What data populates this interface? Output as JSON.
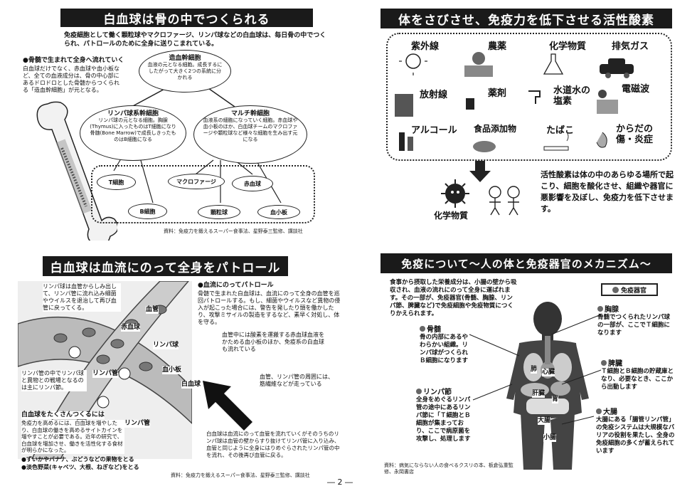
{
  "panel1": {
    "title": "白血球は骨の中でつくられる",
    "intro": "免疫細胞として働く顆粒球やマクロファージ、リンパ球などの白血球は、毎日骨の中でつくられ、パトロールのために全身に送りこまれている。",
    "side_note_head": "●骨髄で生まれて全身へ流れていく",
    "side_note": "白血球だけでなく、赤血球や血小板など、全ての血液成分は、骨の中心部にあるドロドロとした骨髄からつくられる「造血幹細胞」が元となる。",
    "stem_title": "造血幹細胞",
    "stem_text": "血液の元となる細胞。成長するにしたがって大きく2つの系統に分かれる",
    "lymph_title": "リンパ球系幹細胞",
    "lymph_text": "リンパ球の元となる細胞。胸腺(Thymus)に入ったものはT細胞になり骨髄(Bone Marrow)で成長しきったものはB細胞になる",
    "multi_title": "マルチ幹細胞",
    "multi_text": "血液系の細胞になっていく細胞。赤血球や血小板のほか、白血球チームのマクロファージや顆粒球など様々な細胞を生み出す元になる",
    "cells": [
      "T細胞",
      "B細胞",
      "マクロファージ",
      "赤血球",
      "顆粒球",
      "血小板"
    ],
    "source": "資料：免疫力を鍛えるスーパー食事法、星野泰三監修、講談社"
  },
  "panel2": {
    "title": "体をさびさせ、免疫力を低下させる活性酸素",
    "factors": [
      "紫外線",
      "農薬",
      "化学物質",
      "排気ガス",
      "放射線",
      "薬剤",
      "水道水の塩素",
      "電磁波",
      "アルコール",
      "食品添加物",
      "たばこ",
      "からだの傷・炎症"
    ],
    "chem_label": "化学物質",
    "description": "活性酸素は体の中のあらゆる場所で起こり、細胞を酸化させ、組織や器官に悪影響を及ぼし、免疫力を低下させます。"
  },
  "panel3": {
    "title": "白血球は血流にのって全身をパトロール",
    "note_tl": "リンパ球は血管からしみ出して、リンパ管に流れ込み細菌やウイルスを退治して再び血管に戻ってくる。",
    "labels": [
      "血管",
      "赤血球",
      "白血球",
      "リンパ球",
      "血小板",
      "リンパ管"
    ],
    "head1": "●血流にのってパトロール",
    "body1": "骨髄で生まれた白血球は、血流にのって全身の血管を巡回パトロールする。もし、細菌やウイルスなど異物の侵入が起こった場合には、警告を発したり頭を働かしたり、攻撃ミサイルの製造をするなど、素早く対処し、体を守る。",
    "note_mid": "血管中には酸素を運搬する赤血球血液をかためる血小板のほか、免疫系の白血球も流れている",
    "note_lymph": "リンパ管の中でリンパ球と異物との戦場となるのは主にリンパ節。",
    "note_vessel": "血管、リンパ管の周囲には、筋繊維などが走っている",
    "bottom_head": "白血球をたくさんつくるには",
    "bottom_body": "免疫力を高めるには、白血球を増やしたり、白血球の働きを高めるサイトカインを増やすことが必要である。近年の研究で、白血球を増加させ、働きを活性化する食材が明らかになった。",
    "bullet1": "●ずいかやバナナ、ぶどうなどの果物をとる",
    "bullet2": "●淡色野菜(キャベツ、大根、ねぎなど)をとる",
    "bottom_right": "白血球は血流にのって血管を流れていくがそのうちのリンパ球は血管の壁からすり抜けてリンパ管に入り込み、血管と同じように全身にはりめぐらされたリンパ管の中を流れ、その後再び血管に戻る。",
    "source": "資料：免疫力を鍛えるスーパー食事法、星野泰三監修、講談社"
  },
  "panel4": {
    "title": "免疫について〜人の体と免疫器官のメカニズム〜",
    "intro": "食事から摂取した栄養成分は、小腸の壁から吸収され、血液の流れにのって全身に運ばれます。その一部が、免疫器官(骨髄、胸腺、リンパ節、脾臓など)で免疫細胞や免疫物質につくりかえられます。",
    "legend": "免疫器官",
    "organs": [
      {
        "name": "胸腺",
        "text": "骨髄でつくられたリンパ球の一部が、ここでＴ細胞になります"
      },
      {
        "name": "骨髄",
        "text": "骨の内部にあるやわらかい組織。リンパ球がつくられＢ細胞になります"
      },
      {
        "name": "脾臓",
        "text": "Ｔ細胞とＢ細胞の貯蔵庫となり、必要なとき、ここから出動します"
      },
      {
        "name": "リンパ節",
        "text": "全身をめぐるリンパ管の途中にあるリンパ節に「Ｔ細胞とＢ細胞が集まっており、ここで病原菌を攻撃し、処理します"
      },
      {
        "name": "大腸",
        "text": "大腸にある「腸管リンパ管」の免疫システムは大規模なバリアの役割を果たし、全身の免疫細胞の多くが蓄えられています"
      }
    ],
    "body_labels": [
      "肺",
      "心臓",
      "肝臓",
      "胃",
      "大腸",
      "小腸"
    ],
    "source": "資料：病気にならない人の食べるクスリの本、板倉弘重監修、永岡書店"
  },
  "page_number": "― 2 ―"
}
